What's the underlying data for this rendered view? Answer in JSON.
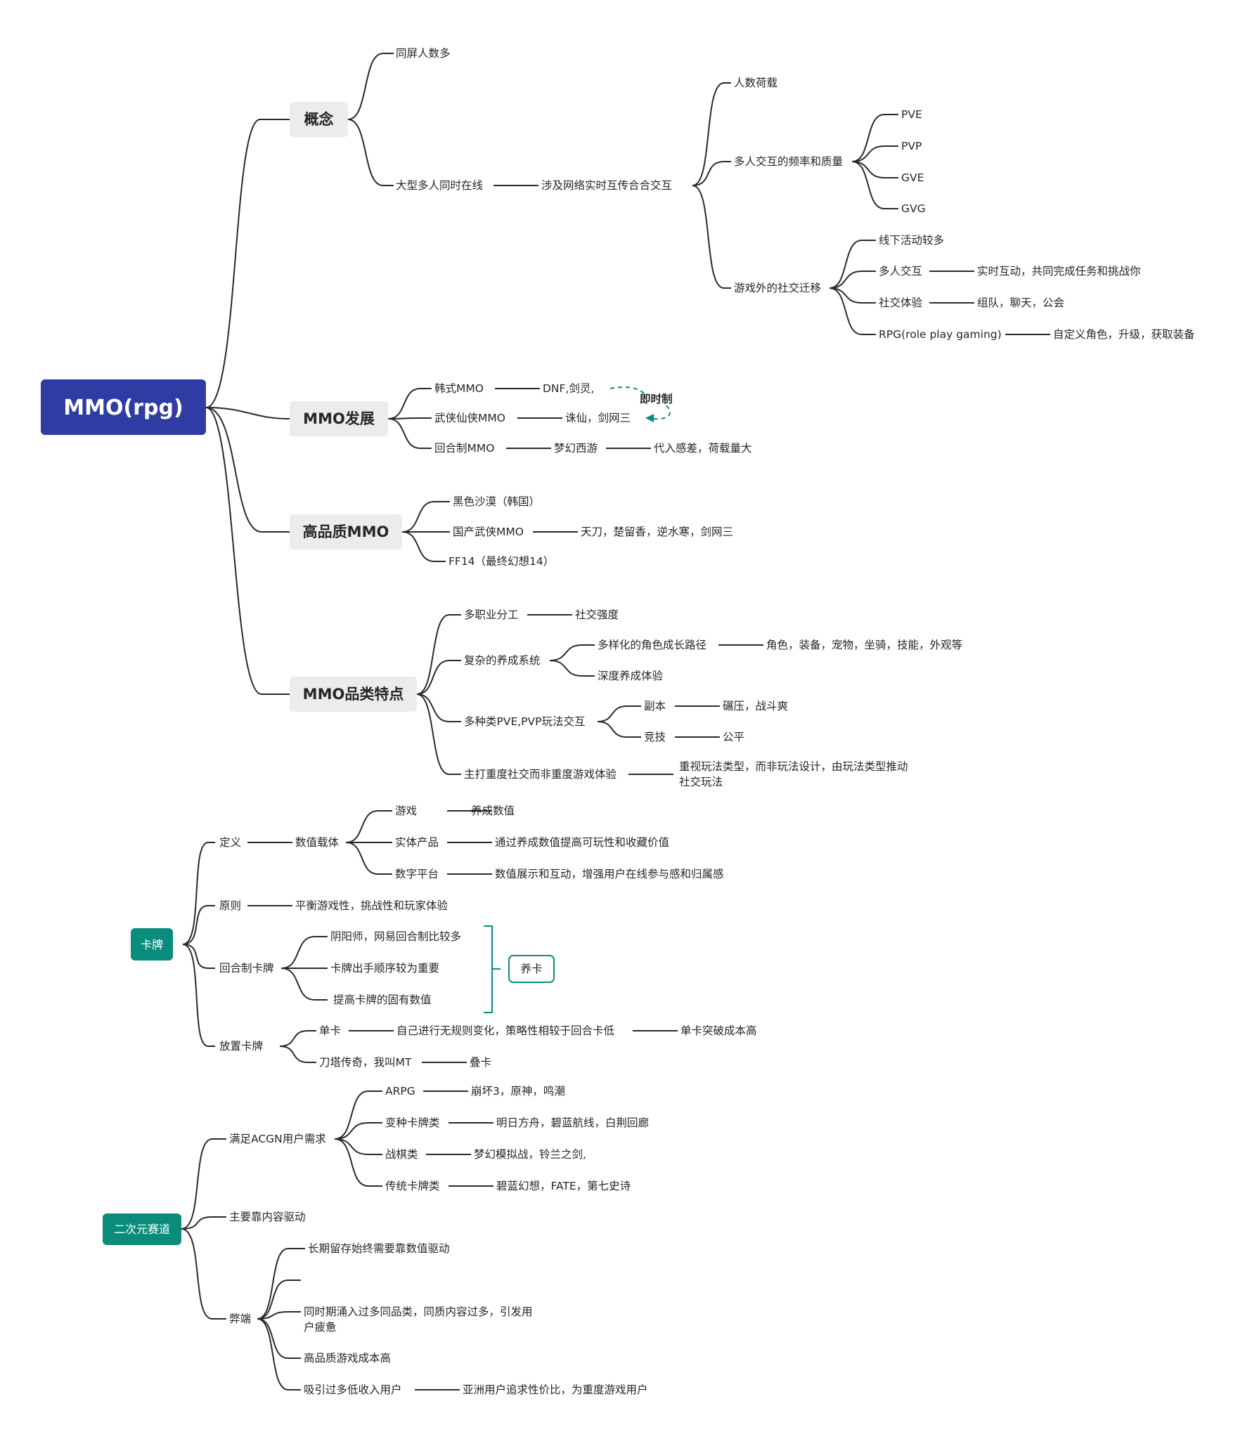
{
  "colors": {
    "root_fill": "#2f3ca4",
    "tag_fill": "#0a8c7b",
    "branch_fill": "#ececec",
    "accent_dashed": "#0a8c7b",
    "line": "#2a2a2a"
  },
  "mmo": {
    "root": "MMO(rpg)",
    "concept": {
      "title": "概念",
      "same_screen": "同屏人数多",
      "massive": "大型多人同时在线",
      "network": "涉及网络实时互传合合交互",
      "capacity": "人数荷载",
      "freq": "多人交互的频率和质量",
      "pve": "PVE",
      "pvp": "PVP",
      "gve": "GVE",
      "gvg": "GVG",
      "social_out": "游戏外的社交迁移",
      "offline": "线下活动较多",
      "multi": "多人交互",
      "realtime": "实时互动，共同完成任务和挑战你",
      "social_exp": "社交体验",
      "team": "组队，聊天，公会",
      "rpg": "RPG(role play gaming)",
      "custom": "自定义角色，升级，获取装备"
    },
    "dev": {
      "title": "MMO发展",
      "korean": "韩式MMO",
      "dnf": "DNF,剑灵,",
      "instant": "即时制",
      "wuxia": "武侠仙侠MMO",
      "zhuxian": "诛仙，剑网三",
      "turn": "回合制MMO",
      "menghuan": "梦幻西游",
      "immersion": "代入感差，荷载量大"
    },
    "quality": {
      "title": "高品质MMO",
      "black": "黑色沙漠（韩国）",
      "domestic": "国产武侠MMO",
      "tiandao": "天刀，楚留香，逆水寒，剑网三",
      "ff14": "FF14（最终幻想14）"
    },
    "feature": {
      "title": "MMO品类特点",
      "multi_job": "多职业分工",
      "social_strength": "社交强度",
      "raise": "复杂的养成系统",
      "growth_path": "多样化的角色成长路径",
      "growth_items": "角色，装备，宠物，坐骑，技能，外观等",
      "deep": "深度养成体验",
      "pvepvp": "多种类PVE,PVP玩法交互",
      "dungeon": "副本",
      "crush": "碾压，战斗爽",
      "arena": "竞技",
      "fair": "公平",
      "main_social": "主打重度社交而非重度游戏体验",
      "emphasis_1": "重视玩法类型，而非玩法设计，由玩法类型推动",
      "emphasis_2": "社交玩法"
    }
  },
  "card": {
    "tag": "卡牌",
    "definition": "定义",
    "carrier": "数值载体",
    "game": "游戏",
    "raise_value": "养成数值",
    "physical": "实体产品",
    "physical_desc": "通过养成数值提高可玩性和收藏价值",
    "digital": "数字平台",
    "digital_desc": "数值展示和互动，增强用户在线参与感和归属感",
    "principle": "原则",
    "principle_desc": "平衡游戏性，挑战性和玩家体验",
    "turn_card": "回合制卡牌",
    "onmyoji": "阴阳师，网易回合制比较多",
    "order": "卡牌出手顺序较为重要",
    "fixed": "提高卡牌的固有数值",
    "yangka": "养卡",
    "idle": "放置卡牌",
    "single": "单卡",
    "single_desc": "自己进行无规则变化，策略性相较于回合卡低",
    "breakthrough": "单卡突破成本高",
    "daota": "刀塔传奇，我叫MT",
    "stack": "叠卡"
  },
  "acg": {
    "tag": "二次元赛道",
    "need": "满足ACGN用户需求",
    "arpg": "ARPG",
    "arpg_games": "崩坏3，原神，鸣潮",
    "variant": "变种卡牌类",
    "variant_games": "明日方舟，碧蓝航线，白荆回廊",
    "chess": "战棋类",
    "chess_games": "梦幻模拟战，铃兰之剑,",
    "classic": "传统卡牌类",
    "classic_games": "碧蓝幻想，FATE，第七史诗",
    "content": "主要靠内容驱动",
    "cons": "弊端",
    "long_term": "长期留存始终需要靠数值驱动",
    "flood_1": "同时期涌入过多同品类，同质内容过多，引发用",
    "flood_2": "户疲惫",
    "cost": "高品质游戏成本高",
    "low_income": "吸引过多低收入用户",
    "asia": "亚洲用户追求性价比，为重度游戏用户"
  }
}
